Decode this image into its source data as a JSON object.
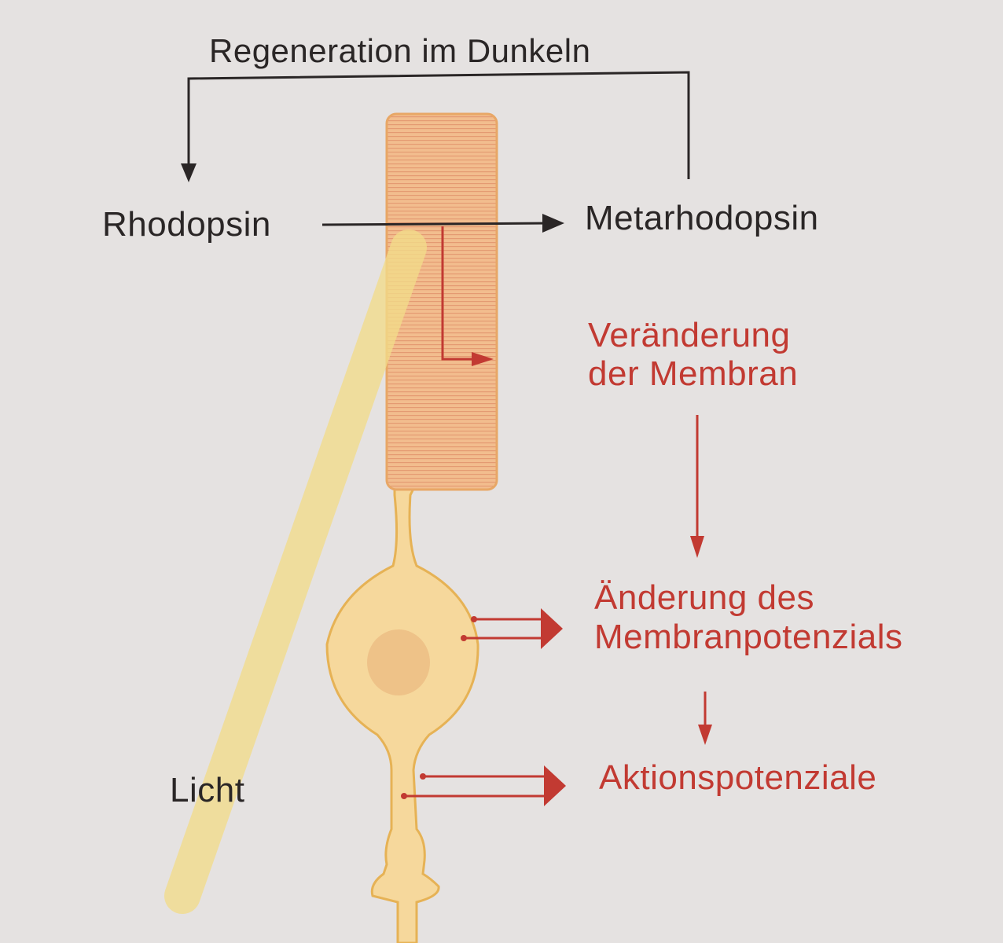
{
  "labels": {
    "regeneration": "Regeneration im Dunkeln",
    "rhodopsin": "Rhodopsin",
    "metarhodopsin": "Metarhodopsin",
    "veraenderung_line1": "Veränderung",
    "veraenderung_line2": "der Membran",
    "aenderung_line1": "Änderung des",
    "aenderung_line2": "Membranpotenzials",
    "aktionspotenziale": "Aktionspotenziale",
    "licht": "Licht"
  },
  "colors": {
    "background": "#e5e2e1",
    "text_black": "#2a2626",
    "text_red": "#c23a32",
    "cell_fill": "#f6d89c",
    "outer_segment": "#f1b98a",
    "light_beam": "#f3dc8a"
  }
}
